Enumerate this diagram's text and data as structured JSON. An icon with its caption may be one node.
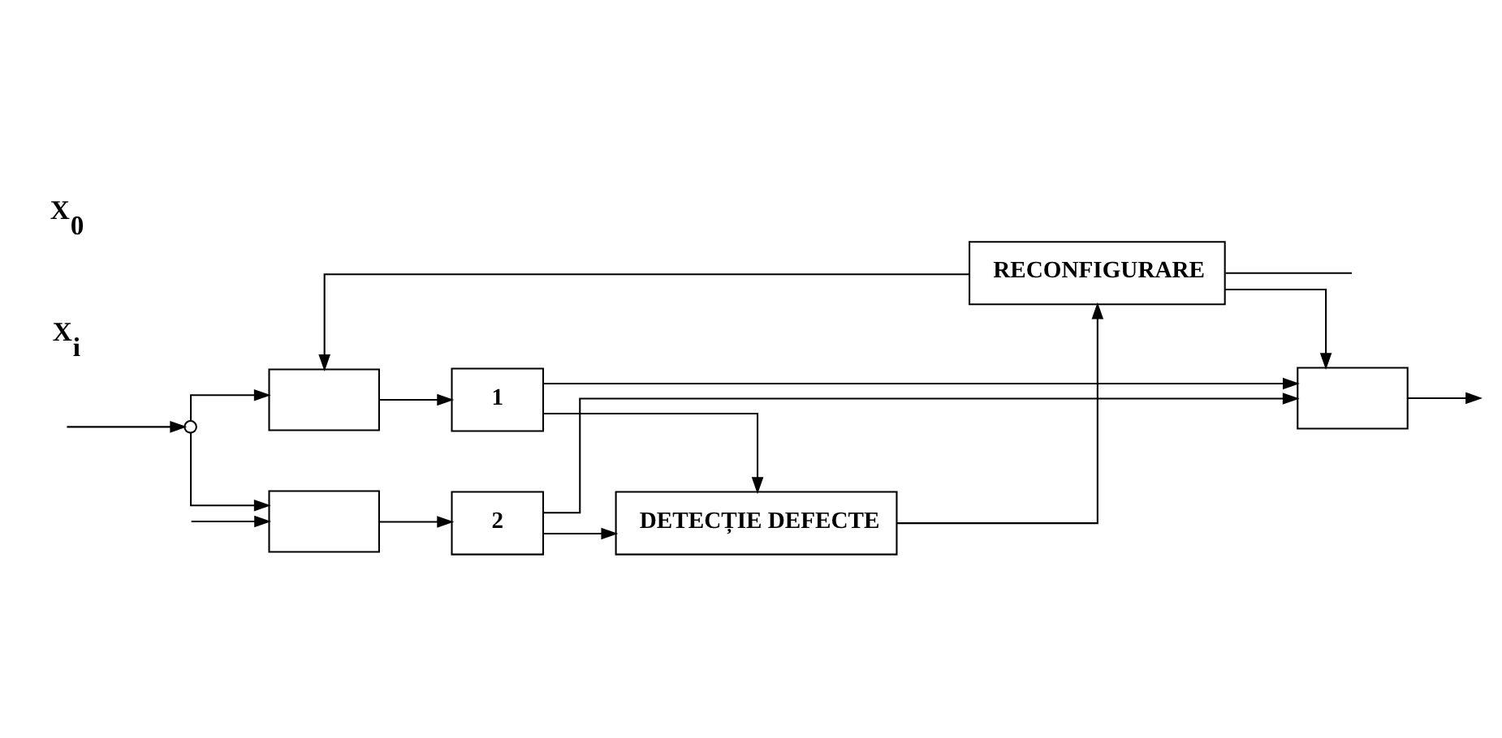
{
  "diagram": {
    "nodes": [
      {
        "text": [],
        "shape": "circle"
      },
      {
        "text": [],
        "shape": "box"
      },
      {
        "text": [],
        "shape": "box"
      },
      {
        "text": [
          "1"
        ]
      },
      {
        "text": [
          "2"
        ]
      },
      {
        "text": [],
        "shape": "box"
      },
      {
        "text": [
          "DETECȚIE DEFECTE"
        ]
      },
      {
        "text": [
          "RECONFIGURARE"
        ]
      }
    ],
    "edges": [
      {
        "from": null,
        "to": 0,
        "arrow": "to"
      },
      {
        "from": 0,
        "to": 1,
        "arrow": "to"
      },
      {
        "from": 0,
        "to": 2,
        "arrow": "to"
      },
      {
        "from": 1,
        "to": 3,
        "arrow": "to"
      },
      {
        "from": 2,
        "to": 4,
        "arrow": "to"
      },
      {
        "from": 3,
        "to": 5,
        "arrow": "to"
      },
      {
        "from": 4,
        "to": 5,
        "arrow": "to"
      },
      {
        "from": 3,
        "to": 6,
        "arrow": "to"
      },
      {
        "from": 4,
        "to": 6,
        "arrow": "to"
      },
      {
        "from": 6,
        "to": 7,
        "arrow": "to"
      },
      {
        "from": 7,
        "to": 5,
        "arrow": "to"
      },
      {
        "from": 7,
        "to": 1,
        "arrow": "to"
      },
      {
        "from": null,
        "to": 2,
        "arrow": "to"
      },
      {
        "from": 7,
        "to": null,
        "arrow": "none"
      },
      {
        "from": 5,
        "to": null,
        "arrow": "to"
      }
    ],
    "labels": [
      "X$_{i}$",
      "X$_{0}$"
    ]
  }
}
